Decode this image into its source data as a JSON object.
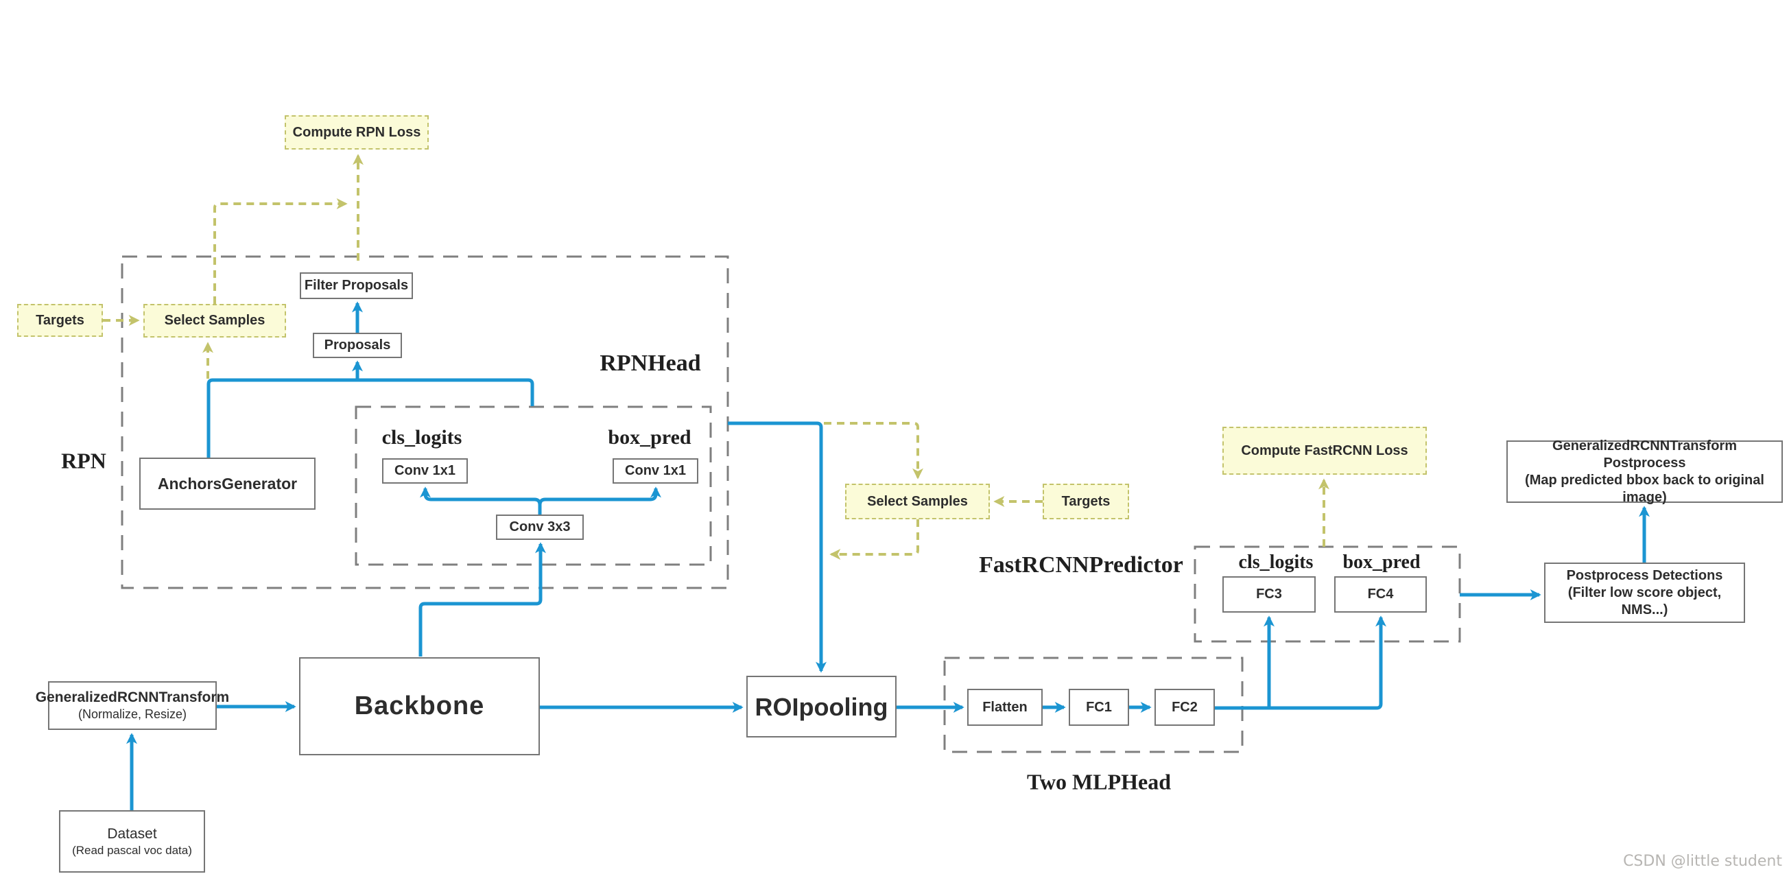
{
  "diagram": {
    "watermark": "CSDN @little student",
    "colors": {
      "flow_blue": "#1b95d2",
      "loss_yellow_line": "#c3c36b",
      "loss_yellow_fill": "#fbfbd8",
      "container_gray": "#7f7f7f"
    },
    "containers": {
      "rpn": {
        "label": "RPN"
      },
      "rpn_head": {
        "label": "RPNHead"
      },
      "two_mlp_head": {
        "label": "Two MLPHead"
      },
      "fast_rcnn_predictor": {
        "label": "FastRCNNPredictor"
      }
    },
    "section_labels": {
      "cls_logits_rpn": "cls_logits",
      "box_pred_rpn": "box_pred",
      "cls_logits_predictor": "cls_logits",
      "box_pred_predictor": "box_pred"
    },
    "nodes": {
      "compute_rpn_loss": {
        "label": "Compute RPN Loss"
      },
      "targets_rpn": {
        "label": "Targets"
      },
      "select_samples_rpn": {
        "label": "Select Samples"
      },
      "filter_proposals": {
        "label": "Filter Proposals"
      },
      "proposals": {
        "label": "Proposals"
      },
      "anchors_generator": {
        "label": "AnchorsGenerator"
      },
      "conv1x1_cls": {
        "label": "Conv 1x1"
      },
      "conv1x1_box": {
        "label": "Conv 1x1"
      },
      "conv3x3": {
        "label": "Conv 3x3"
      },
      "generalized_rcnn_transform": {
        "label": "GeneralizedRCNNTransform",
        "sublabel": "(Normalize, Resize)"
      },
      "backbone": {
        "label": "Backbone"
      },
      "dataset": {
        "label": "Dataset",
        "sublabel": "(Read pascal voc data)"
      },
      "roi_pooling": {
        "label": "ROIpooling"
      },
      "select_samples_fastrcnn": {
        "label": "Select Samples"
      },
      "targets_fastrcnn": {
        "label": "Targets"
      },
      "flatten": {
        "label": "Flatten"
      },
      "fc1": {
        "label": "FC1"
      },
      "fc2": {
        "label": "FC2"
      },
      "fc3": {
        "label": "FC3"
      },
      "fc4": {
        "label": "FC4"
      },
      "compute_fastrcnn_loss": {
        "label": "Compute FastRCNN Loss"
      },
      "grt_postprocess": {
        "label": "GeneralizedRCNNTransform   Postprocess",
        "sublabel": "(Map predicted bbox back to original image)"
      },
      "postprocess_detections": {
        "label": "Postprocess Detections",
        "sublabel": "(Filter low score object,  NMS...)"
      }
    }
  }
}
